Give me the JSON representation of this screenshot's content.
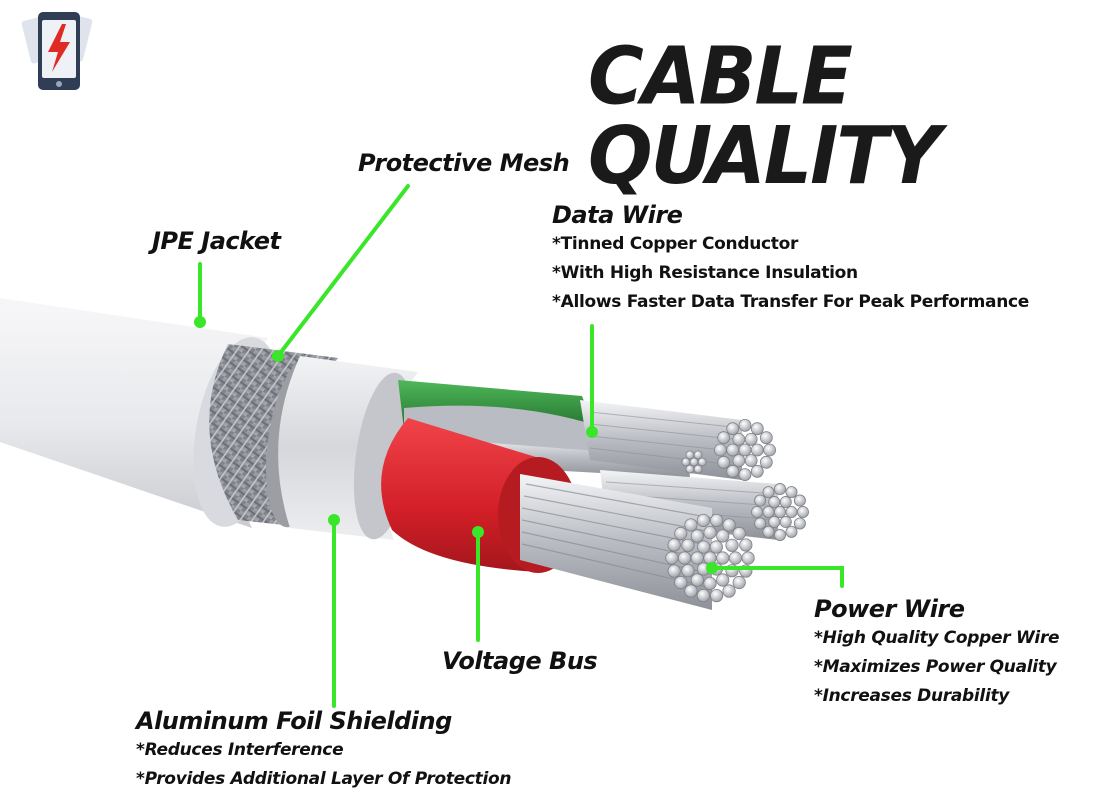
{
  "title": "CABLE QUALITY",
  "colors": {
    "leader": "#39e62a",
    "jacket": "#e9eaee",
    "mesh": "#8d8f96",
    "foil": "#d7d9dd",
    "power_insulation": "#d9252c",
    "data_insulation": "#2f8f3a",
    "copper": "#c8cbd0"
  },
  "icons": {
    "logo": "phone-charging-icon"
  },
  "labels": {
    "jpe_jacket": {
      "head": "JPE Jacket"
    },
    "protective_mesh": {
      "head": "Protective Mesh"
    },
    "data_wire": {
      "head": "Data Wire",
      "notes": [
        "*Tinned Copper Conductor",
        "*With High Resistance Insulation",
        "*Allows Faster Data Transfer For Peak Performance"
      ]
    },
    "voltage_bus": {
      "head": "Voltage Bus"
    },
    "power_wire": {
      "head": "Power Wire",
      "notes": [
        "*High Quality Copper Wire",
        "*Maximizes Power Quality",
        "*Increases Durability"
      ]
    },
    "aluminum_foil": {
      "head": "Aluminum Foil Shielding",
      "notes": [
        "*Reduces Interference",
        "*Provides Additional Layer Of Protection"
      ]
    }
  }
}
